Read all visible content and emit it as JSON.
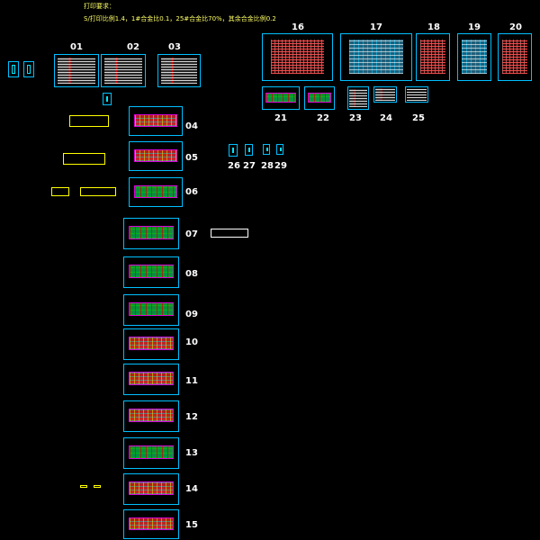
{
  "window": {
    "title": "CAD layout — sheet index"
  },
  "notes": {
    "heading": "打印要求：",
    "line": "S/打印比例1.4，1#合金比0.1，25#合金比70%，其余合金比例0.2"
  },
  "sheet_labels": {
    "s01": "01",
    "s02": "02",
    "s03": "03",
    "s04": "04",
    "s05": "05",
    "s06": "06",
    "s07": "07",
    "s08": "08",
    "s09": "09",
    "s10": "10",
    "s11": "11",
    "s12": "12",
    "s13": "13",
    "s14": "14",
    "s15": "15",
    "s16": "16",
    "s17": "17",
    "s18": "18",
    "s19": "19",
    "s20": "20",
    "s21": "21",
    "s22": "22",
    "s23": "23",
    "s24": "24",
    "s25": "25",
    "s26": "26",
    "s27": "27",
    "s28": "28",
    "s29": "29"
  },
  "colors": {
    "background": "#000000",
    "frame": "#00bfff",
    "label": "#ffffff",
    "note": "#ffff66",
    "symbol": "#ffff00"
  }
}
